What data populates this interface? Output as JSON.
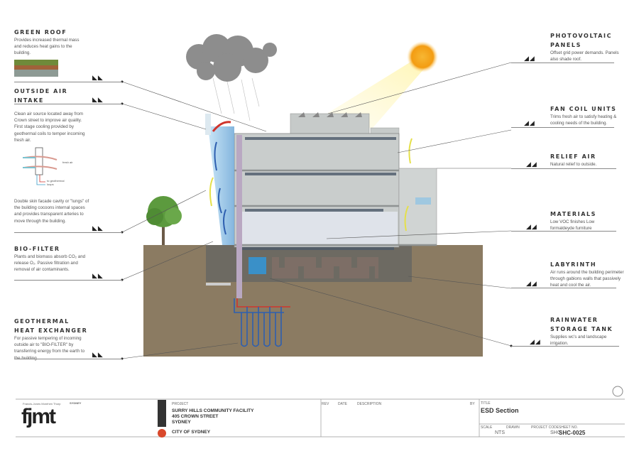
{
  "left_labels": [
    {
      "heading": [
        "GREEN ROOF"
      ],
      "text": "Provides increased thermal mass and reduces heat gains to the building."
    },
    {
      "heading": [
        "OUTSIDE AIR",
        "INTAKE"
      ],
      "text": "Clean air source located away from Crown street to improve air quality. First stage cooling provided by geothermal coils to temper incoming fresh air.",
      "text2": "Double skin facade cavity or \"lungs\" of the building cocoons internal spaces and provides transparent arteries to move through the building.",
      "diagram": {
        "fresh_air": "fresh air",
        "to_geothermal": "to geothermal loops"
      }
    },
    {
      "heading": [
        "BIO-FILTER"
      ],
      "text": "Plants and biomass absorb CO₂ and release O₂. Passive filtration and removal of air contaminants."
    },
    {
      "heading": [
        "GEOTHERMAL",
        "HEAT EXCHANGER"
      ],
      "text": "For passive tempering of incoming outside air to \"BIO-FILTER\" by transferring energy from the earth to the building."
    }
  ],
  "right_labels": [
    {
      "heading": [
        "PHOTOVOLTAIC",
        "PANELS"
      ],
      "text": "Offset grid power demands. Panels also shade roof."
    },
    {
      "heading": [
        "FAN COIL UNITS"
      ],
      "text": "Trims fresh air to satisfy heating & cooling needs of the building."
    },
    {
      "heading": [
        "RELIEF AIR"
      ],
      "text": "Natural relief to outside."
    },
    {
      "heading": [
        "MATERIALS"
      ],
      "text": "Low VOC finishes Low formaldeyde furniture"
    },
    {
      "heading": [
        "LABYRINTH"
      ],
      "text": "Air runs around the building perimeter through gabions walls that passively heat and cool the air."
    },
    {
      "heading": [
        "RAINWATER",
        "STORAGE TANK"
      ],
      "text": "Supplies wc's and landscape irrigation."
    }
  ],
  "title_block": {
    "firm_tagline": "Francis-Jones Morehen Thorp",
    "firm_logo": "fjmt",
    "office": "SYDNEY",
    "client_logo": "CITY OF SYDNEY",
    "project_label": "PROJECT",
    "project_lines": [
      "SURRY HILLS COMMUNITY FACILITY",
      "405 CROWN STREET",
      "SYDNEY"
    ],
    "client": "CITY OF SYDNEY",
    "rev": "REV",
    "date": "DATE",
    "description": "DESCRIPTION",
    "by": "BY",
    "title_label": "TITLE",
    "title": "ESD Section",
    "scale_label": "SCALE",
    "scale": "NTS",
    "drawn_label": "DRAWN",
    "project_code_label": "PROJECT CODE",
    "project_code": "SHC",
    "sheet_label": "SHEET NO.",
    "sheet": "SHC-0025"
  },
  "colors": {
    "earth": "#8b7b62",
    "sun": "#f5a623",
    "supply": "#2e5fb0",
    "return": "#d0342c",
    "glass": "#8fc3e6",
    "building": "#c9cdcc"
  }
}
